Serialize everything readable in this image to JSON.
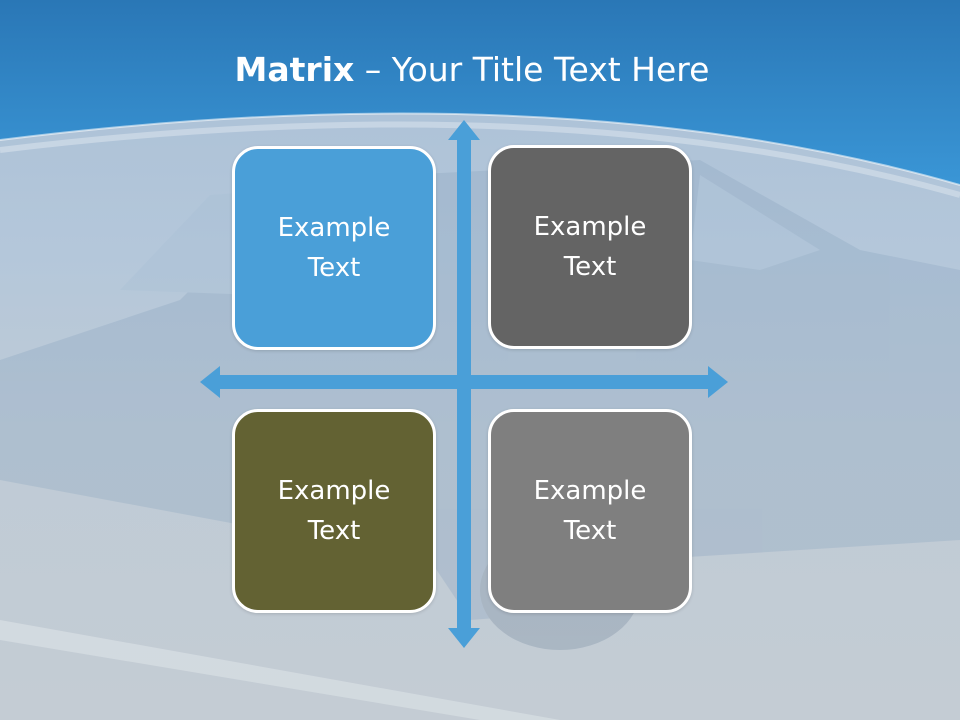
{
  "title": {
    "bold": "Matrix",
    "rest": " – Your Title Text Here"
  },
  "quadrants": [
    {
      "text": "Example Text",
      "color": "#4a9fd8"
    },
    {
      "text": "Example Text",
      "color": "#646464"
    },
    {
      "text": "Example Text",
      "color": "#636233"
    },
    {
      "text": "Example Text",
      "color": "#7f7f7f"
    }
  ],
  "colors": {
    "header_blue": "#2b82c4",
    "axis_blue": "#4a9fd8"
  }
}
